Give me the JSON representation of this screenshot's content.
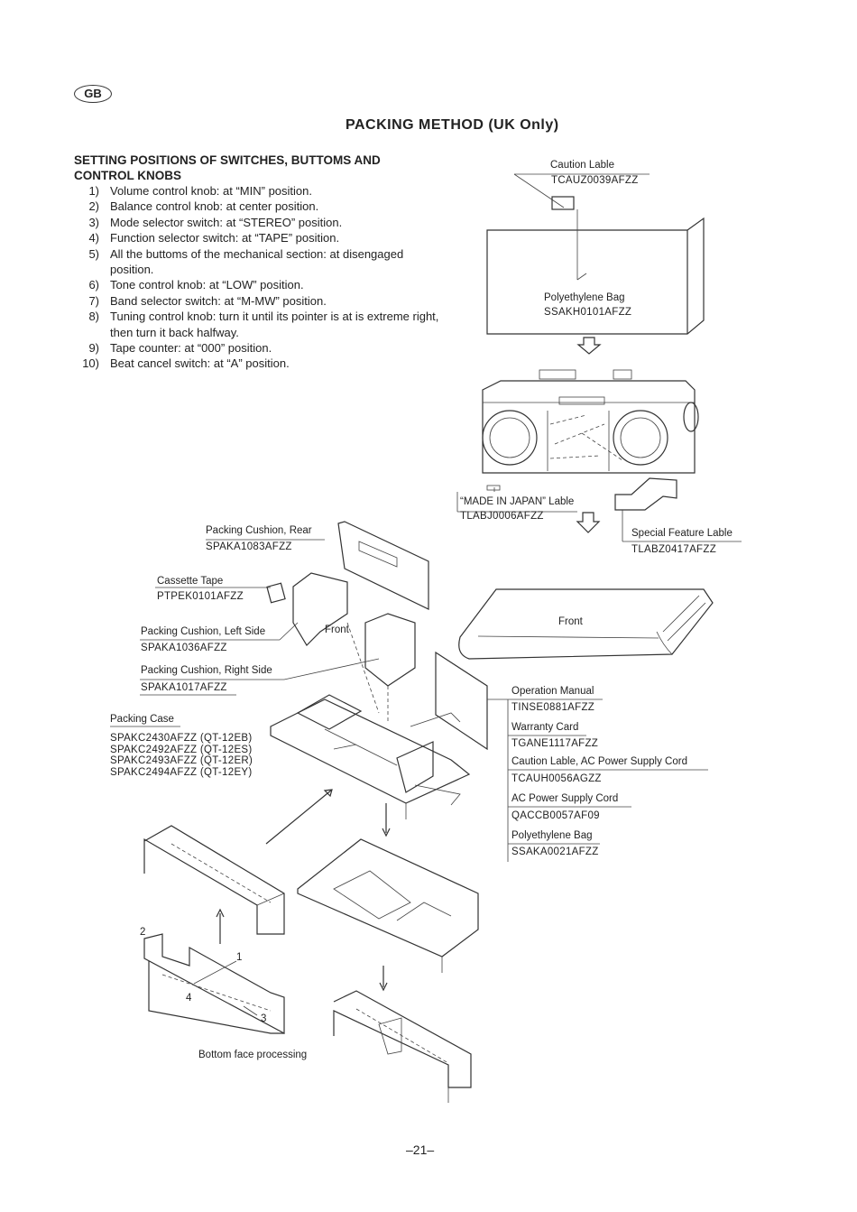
{
  "header": {
    "badge": "GB",
    "title": "PACKING METHOD (UK Only)"
  },
  "settings": {
    "heading": "SETTING POSITIONS OF SWITCHES, BUTTOMS AND CONTROL KNOBS",
    "items": [
      {
        "num": "1)",
        "text": "Volume control knob: at “MIN” position."
      },
      {
        "num": "2)",
        "text": "Balance control knob: at center position."
      },
      {
        "num": "3)",
        "text": "Mode selector switch: at “STEREO” position."
      },
      {
        "num": "4)",
        "text": "Function selector switch: at “TAPE” position."
      },
      {
        "num": "5)",
        "text": "All the buttoms of the mechanical section: at disengaged position."
      },
      {
        "num": "6)",
        "text": "Tone control knob: at “LOW” position."
      },
      {
        "num": "7)",
        "text": "Band selector switch: at “M-MW” position."
      },
      {
        "num": "8)",
        "text": "Tuning control knob: turn it until its pointer is at is extreme right, then turn it back halfway."
      },
      {
        "num": "9)",
        "text": "Tape counter: at “000” position."
      },
      {
        "num": "10)",
        "text": "Beat cancel switch: at “A” position."
      }
    ]
  },
  "parts": {
    "caution_label": {
      "name": "Caution Lable",
      "code": "TCAUZ0039AFZZ"
    },
    "poly_bag_top": {
      "name": "Polyethylene Bag",
      "code": "SSAKH0101AFZZ"
    },
    "made_in_japan": {
      "name": "“MADE IN JAPAN” Lable",
      "code": "TLABJ0006AFZZ"
    },
    "special_feature": {
      "name": "Special Feature Lable",
      "code": "TLABZ0417AFZZ"
    },
    "cushion_rear": {
      "name": "Packing Cushion, Rear",
      "code": "SPAKA1083AFZZ"
    },
    "cassette_tape": {
      "name": "Cassette Tape",
      "code": "PTPEK0101AFZZ"
    },
    "cushion_left": {
      "name": "Packing Cushion, Left Side",
      "code": "SPAKA1036AFZZ"
    },
    "cushion_right": {
      "name": "Packing Cushion, Right Side",
      "code": "SPAKA1017AFZZ"
    },
    "packing_case": {
      "name": "Packing Case",
      "codes": [
        "SPAKC2430AFZZ (QT-12EB)",
        "SPAKC2492AFZZ (QT-12ES)",
        "SPAKC2493AFZZ (QT-12ER)",
        "SPAKC2494AFZZ (QT-12EY)"
      ]
    },
    "operation_manual": {
      "name": "Operation Manual",
      "code": "TINSE0881AFZZ"
    },
    "warranty_card": {
      "name": "Warranty Card",
      "code": "TGANE1117AFZZ"
    },
    "caution_ac": {
      "name": "Caution Lable, AC Power Supply Cord",
      "code": "TCAUH0056AGZZ"
    },
    "ac_cord": {
      "name": "AC Power Supply Cord",
      "code": "QACCB0057AF09"
    },
    "poly_bag_bottom": {
      "name": "Polyethylene Bag",
      "code": "SSAKA0021AFZZ"
    }
  },
  "diagram": {
    "front_label_1": "Front",
    "front_label_2": "Front",
    "step_1": "1",
    "step_2": "2",
    "step_3": "3",
    "step_4": "4",
    "bottom_caption": "Bottom face processing"
  },
  "page_number": "–21–"
}
